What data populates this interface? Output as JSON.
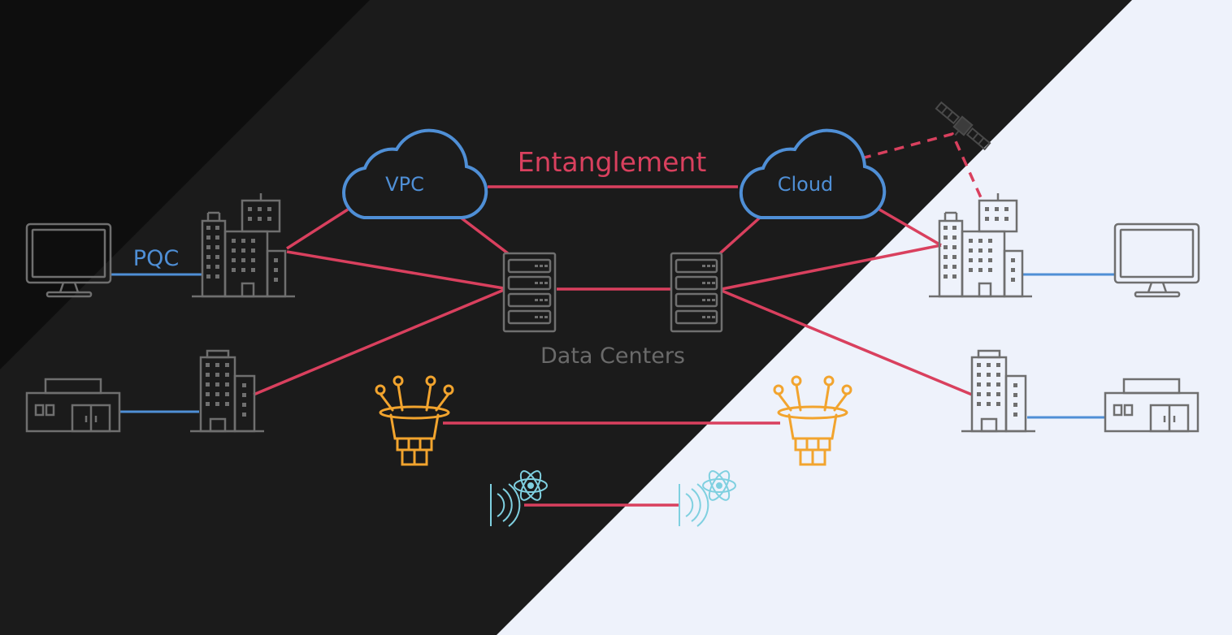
{
  "labels": {
    "pqc": "PQC",
    "vpc": "VPC",
    "cloud": "Cloud",
    "entanglement": "Entanglement",
    "data_centers": "Data Centers"
  },
  "colors": {
    "background_light": "#eef2fb",
    "background_dark": "#1b1b1b",
    "background_darkest": "#0e0e0e",
    "quantum_link": "#d9405e",
    "classical_link": "#4f8fd6",
    "icon_gray": "#6f6f6f",
    "quantum_computer": "#f2a42e",
    "atom": "#7fd0e0"
  },
  "icons": [
    "monitor-icon",
    "office-building-icon",
    "storefront-icon",
    "cloud-icon",
    "server-rack-icon",
    "quantum-computer-icon",
    "satellite-icon",
    "atom-antenna-icon"
  ]
}
